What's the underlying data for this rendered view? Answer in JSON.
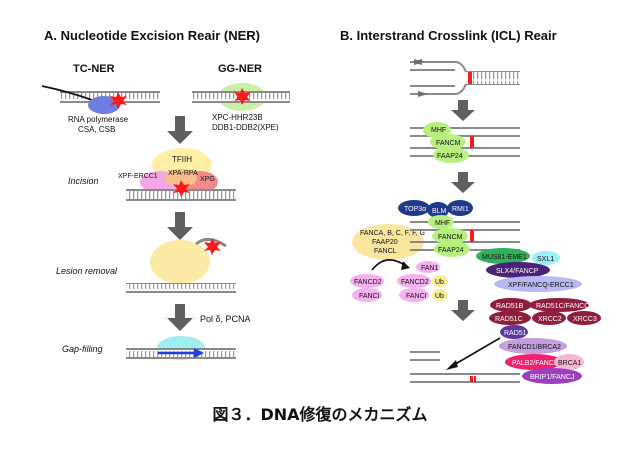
{
  "panel_a": {
    "title": "A. Nucleotide Excision Reair (NER)",
    "tc_ner": {
      "heading": "TC-NER",
      "label_1": "RNA polymerase",
      "label_2": "CSA, CSB"
    },
    "gg_ner": {
      "heading": "GG-NER",
      "label_1": "XPC-HHR23B",
      "label_2": "DDB1-DDB2(XPE)"
    },
    "steps": {
      "incision": "Incision",
      "lesion_removal": "Lesion removal",
      "gap_filling": "Gap-filling"
    },
    "proteins": {
      "tfiih": "TFIIH",
      "xpa_rpa": "XPA-RPA",
      "xpf_ercc1": "XPF-ERCC1",
      "xpg": "XPG"
    },
    "polymerase_label": "Pol δ, PCNA"
  },
  "panel_b": {
    "title": "B. Interstrand Crosslink (ICL) Reair",
    "complex_1": {
      "mhf": "MHF",
      "fancm": "FANCM",
      "faap24": "FAAP24"
    },
    "complex_2": {
      "top3a": "TOP3α",
      "blm": "BLM",
      "rmi1": "RMI1",
      "mhf": "MHF",
      "fancm": "FANCM",
      "faap24": "FAAP24"
    },
    "core_complex": {
      "line_1": "FANCA, B, C, F, F, G",
      "line_2": "FAAP20",
      "line_3": "FANCL"
    },
    "id2": {
      "fancd2_left": "FANCD2",
      "fanci_left": "FANCI",
      "fancd2_right": "FANCD2",
      "fanci_right": "FANCI",
      "ub_1": "Ub",
      "ub_2": "Ub",
      "fan1": "FAN1"
    },
    "nucleases": {
      "mus81": "MUS81-EME1",
      "sxl1": "SXL1",
      "slx4": "SLX4/FANCP",
      "xpf": "XPF/FANCQ-ERCC1"
    },
    "hr": {
      "rad51b": "RAD51B",
      "rad51c_fanco": "RAD51C/FANCO",
      "rad51c": "RAD51C",
      "xrcc2": "XRCC2",
      "xrcc3": "XRCC3",
      "rad51": "RAD51",
      "fancd1": "FANCD1/BRCA2",
      "palb2": "PALB2/FANCN",
      "brca1": "BRCA1",
      "brip1": "BRIP1/FANCJ"
    }
  },
  "caption": "図３．DNA修復のメカニズム",
  "colors": {
    "strand": "#8a8a8a",
    "lesion": "#ff1a1a",
    "arrow": "#5f5f5f",
    "tc_ellipse": "#6c7fe0",
    "gg_ellipse": "#c9f0a6",
    "tfiih": "#fff0a8",
    "xpf_ercc1": "#f3a6e3",
    "xpg": "#f38a8a",
    "xpa_rpa": "#f7c08a",
    "lesion_removal": "#fbeaa6",
    "gap_fill": "#9eeef0",
    "new_dna": "#1f3fd6",
    "mhf_green": "#b8f080",
    "top3a_blue": "#1f3a8a",
    "core_yellow": "#fbe6a0",
    "fancd2_pink": "#f6b0ef",
    "ub_yellow": "#f8ef98",
    "mus81_green": "#2fb05a",
    "sxl1_cyan": "#9deffa",
    "slx4_purple": "#4a2278",
    "xpf_lavender": "#b8b8f2",
    "hr_maroon": "#8f1e3c",
    "rad51_purple": "#5a3aa0",
    "fancd1_lilac": "#c49ee0",
    "palb2_pink": "#f0226f",
    "brca1_pink": "#f7b6d4",
    "brip1_purple": "#9b3fbf"
  }
}
